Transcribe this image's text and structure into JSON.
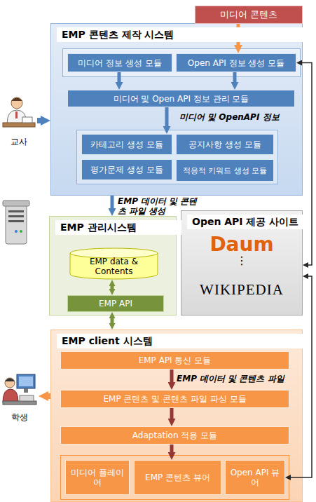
{
  "diagram": {
    "nodes": [
      {
        "text": [
          "미디어 콘텐츠"
        ]
      },
      {
        "text": [
          "EMP 콘텐츠 제작 시스템"
        ]
      },
      {
        "text": [
          "미디어 정보 생성 모듈"
        ],
        "in": 1
      },
      {
        "text": [
          "Open API 정보 생성 모듈"
        ],
        "in": 1
      },
      {
        "text": [
          "미디어 및 Open API 정보 관리 모듈"
        ],
        "in": 1
      },
      {
        "text": [
          "카테고리 생성 모듈"
        ],
        "in": 1
      },
      {
        "text": [
          "공지사항 생성 모듈"
        ],
        "in": 1
      },
      {
        "text": [
          "평가문제 생성 모듈"
        ],
        "in": 1
      },
      {
        "text": [
          "적응적 키워드 생성 모듈"
        ],
        "in": 1
      },
      {
        "text": [
          "교사"
        ]
      },
      {
        "text": [
          "EMP 관리시스템"
        ]
      },
      {
        "text": [
          "EMP data & Contents"
        ],
        "in": 10
      },
      {
        "text": [
          "EMP API"
        ],
        "in": 10
      },
      {
        "text": [
          "Open API 제공 사이트",
          "Daum",
          "⋮",
          "WIKIPEDIA"
        ]
      },
      {
        "text": [
          "EMP client 시스템"
        ]
      },
      {
        "text": [
          "EMP API 통신 모듈"
        ],
        "in": 14
      },
      {
        "text": [
          "EMP 콘텐츠 및 콘텐츠 파일 파싱 모듈"
        ],
        "in": 14
      },
      {
        "text": [
          "Adaptation 적용 모듈"
        ],
        "in": 14
      },
      {
        "text": [
          "미디어 플레이어"
        ],
        "in": 14
      },
      {
        "text": [
          "EMP 콘텐츠 뷰어"
        ],
        "in": 14
      },
      {
        "text": [
          "Open API 뷰어"
        ],
        "in": 14
      },
      {
        "text": [
          "학생"
        ]
      }
    ],
    "edges": [
      {
        "from": 0,
        "to": 3,
        "arrow": "to"
      },
      {
        "from": 2,
        "to": 4,
        "arrow": "to"
      },
      {
        "from": 3,
        "to": 4,
        "arrow": "to"
      },
      {
        "from": 4,
        "to": 5,
        "label": "미디어 및 OpenAPI 정보",
        "arrow": "to"
      },
      {
        "from": 9,
        "to": 1,
        "arrow": "to"
      },
      {
        "from": 1,
        "to": 10,
        "label": "EMP 데이터 및 콘텐츠 파일 생성",
        "arrow": "to"
      },
      {
        "from": 11,
        "to": 12,
        "arrow": "both"
      },
      {
        "from": 12,
        "to": 14,
        "arrow": "both"
      },
      {
        "from": 13,
        "to": 3,
        "arrow": "both"
      },
      {
        "from": 13,
        "to": 20,
        "arrow": "both"
      },
      {
        "from": 15,
        "to": 16,
        "label": "EMP 데이터 및 콘텐츠 파일",
        "arrow": "to"
      },
      {
        "from": 16,
        "to": 17,
        "arrow": "to"
      },
      {
        "from": 17,
        "to": 19,
        "arrow": "to"
      },
      {
        "from": 14,
        "to": 21,
        "arrow": "to"
      }
    ]
  }
}
